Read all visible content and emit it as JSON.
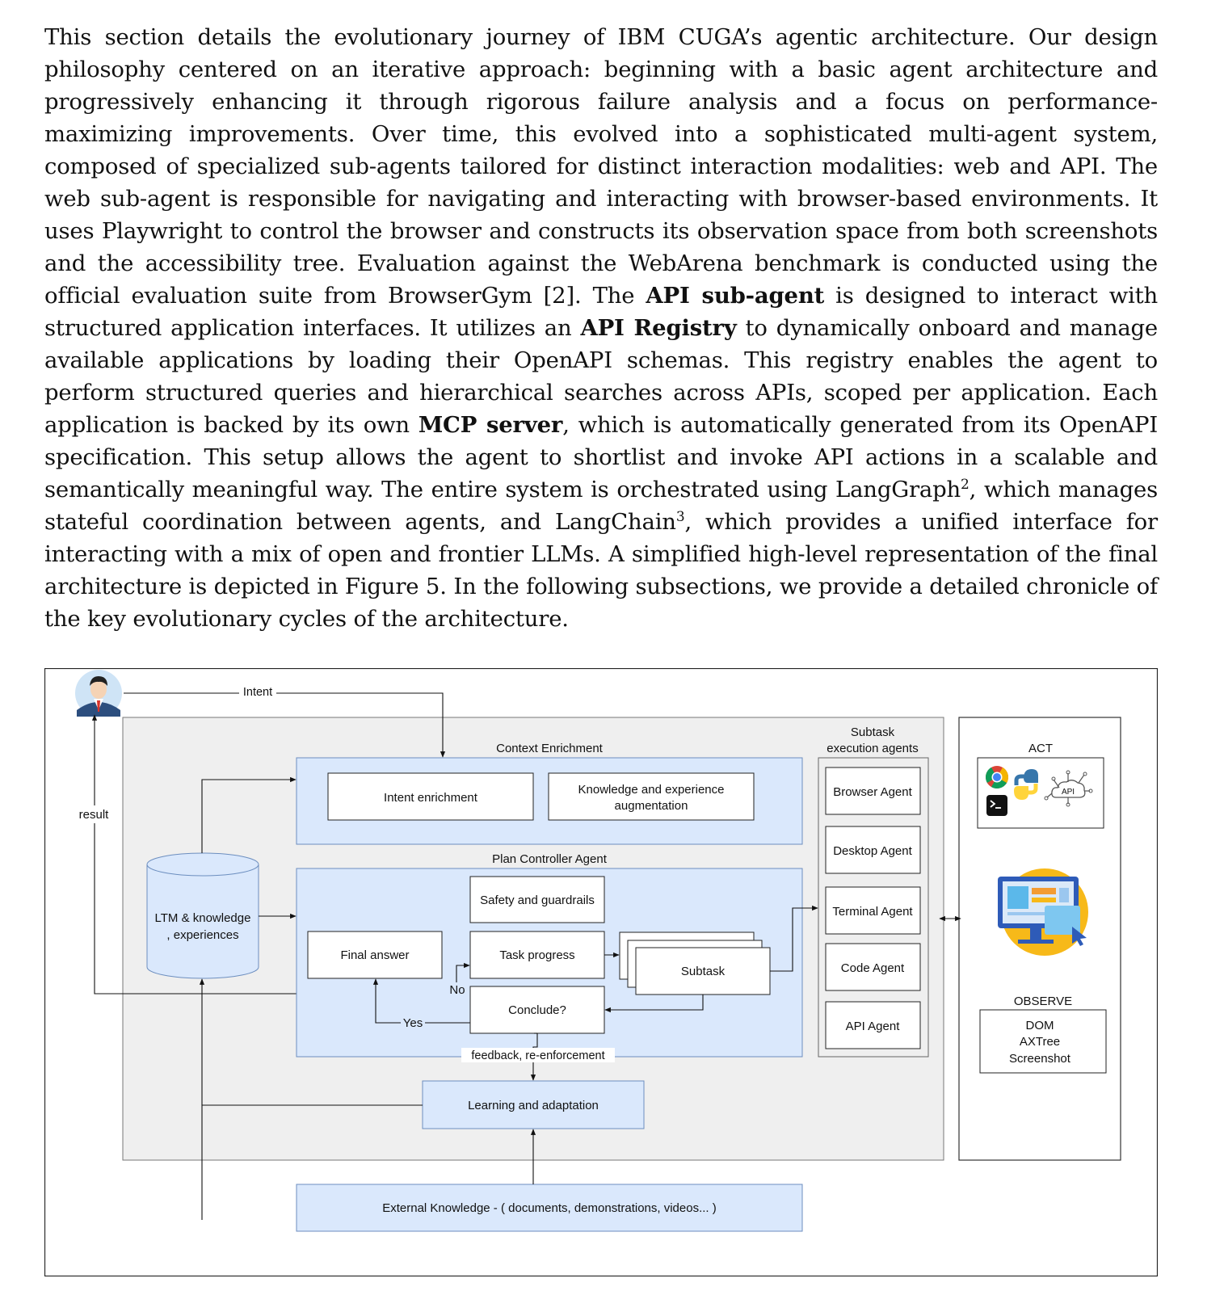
{
  "paragraph": {
    "t1": "This section details the evolutionary journey of IBM CUGA’s agentic architecture. Our design philosophy centered on an iterative approach: beginning with a basic agent architecture and progressively enhancing it through rigorous failure analysis and a focus on performance-maximizing improvements. Over time, this evolved into a sophisticated multi-agent system, composed of specialized sub-agents tailored for distinct interaction modalities: web and API. The web sub-agent is responsible for navigating and interacting with browser-based environments. It uses Playwright to control the browser and constructs its observation space from both screenshots and the accessibility tree. Evaluation against the WebArena benchmark is conducted using the official evaluation suite from BrowserGym [2]. The ",
    "b1": "API sub-agent",
    "t2": " is designed to interact with structured application interfaces. It utilizes an ",
    "b2": "API Registry",
    "t3": " to dynamically onboard and manage available applications by loading their OpenAPI schemas. This registry enables the agent to perform structured queries and hierarchical searches across APIs, scoped per application. Each application is backed by its own ",
    "b3": "MCP server",
    "t4": ", which is automatically generated from its OpenAPI specification. This setup allows the agent to shortlist and invoke API actions in a scalable and semantically meaningful way. The entire system is orchestrated using LangGraph",
    "s1": "2",
    "t5": ", which manages stateful coordination between agents, and LangChain",
    "s2": "3",
    "t6": ", which provides a unified interface for interacting with a mix of open and frontier LLMs. A simplified high-level representation of the final architecture is depicted in Figure 5. In the following subsections, we provide a detailed chronicle of the key evolutionary cycles of the architecture."
  },
  "diagram": {
    "intent": "Intent",
    "result": "result",
    "context_enrichment": "Context Enrichment",
    "intent_enrichment": "Intent enrichment",
    "knowledge_aug_1": "Knowledge and experience",
    "knowledge_aug_2": "augmentation",
    "plan_controller": "Plan Controller Agent",
    "safety": "Safety and guardrails",
    "final_answer": "Final answer",
    "task_progress": "Task progress",
    "subtask": "Subtask",
    "conclude": "Conclude?",
    "no": "No",
    "yes": "Yes",
    "feedback": "feedback, re-enforcement",
    "learning": "Learning and adaptation",
    "ltm_1": "LTM & knowledge",
    "ltm_2": ", experiences",
    "external": "External Knowledge - ( documents, demonstrations, videos... )",
    "subtask_exec_1": "Subtask",
    "subtask_exec_2": "execution agents",
    "agents": [
      "Browser Agent",
      "Desktop Agent",
      "Terminal Agent",
      "Code Agent",
      "API  Agent"
    ],
    "act": "ACT",
    "api_icon_label": "API",
    "observe": "OBSERVE",
    "observe_items": [
      "DOM",
      "AXTree",
      "Screenshot"
    ],
    "colors": {
      "panel_bg": "#efefef",
      "blue_fill": "#dae8fc",
      "blue_stroke": "#6c8ebf",
      "monitor_circle": "#f7b919"
    },
    "icons": [
      "user-avatar-icon",
      "chrome-icon",
      "python-icon",
      "api-circuit-icon",
      "terminal-icon",
      "computer-monitor-icon"
    ]
  }
}
